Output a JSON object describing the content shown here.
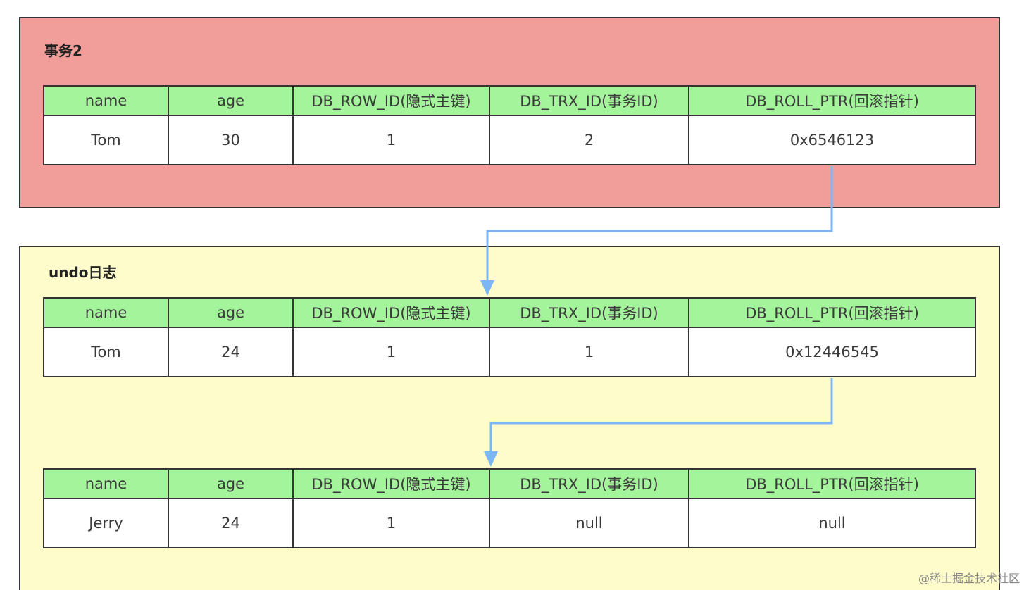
{
  "colors": {
    "transaction_bg": "#f19d9a",
    "undo_bg": "#fffccc",
    "header_bg": "#a4f49b",
    "arrow": "#7cb6f5"
  },
  "transaction_panel": {
    "title": "事务2",
    "headers": [
      "name",
      "age",
      "DB_ROW_ID(隐式主键)",
      "DB_TRX_ID(事务ID)",
      "DB_ROLL_PTR(回滚指针)"
    ],
    "row": [
      "Tom",
      "30",
      "1",
      "2",
      "0x6546123"
    ]
  },
  "undo_panel": {
    "title": "undo日志",
    "records": [
      {
        "headers": [
          "name",
          "age",
          "DB_ROW_ID(隐式主键)",
          "DB_TRX_ID(事务ID)",
          "DB_ROLL_PTR(回滚指针)"
        ],
        "row": [
          "Tom",
          "24",
          "1",
          "1",
          "0x12446545"
        ]
      },
      {
        "headers": [
          "name",
          "age",
          "DB_ROW_ID(隐式主键)",
          "DB_TRX_ID(事务ID)",
          "DB_ROLL_PTR(回滚指针)"
        ],
        "row": [
          "Jerry",
          "24",
          "1",
          "null",
          "null"
        ]
      }
    ]
  },
  "watermark": "@稀土掘金技术社区"
}
